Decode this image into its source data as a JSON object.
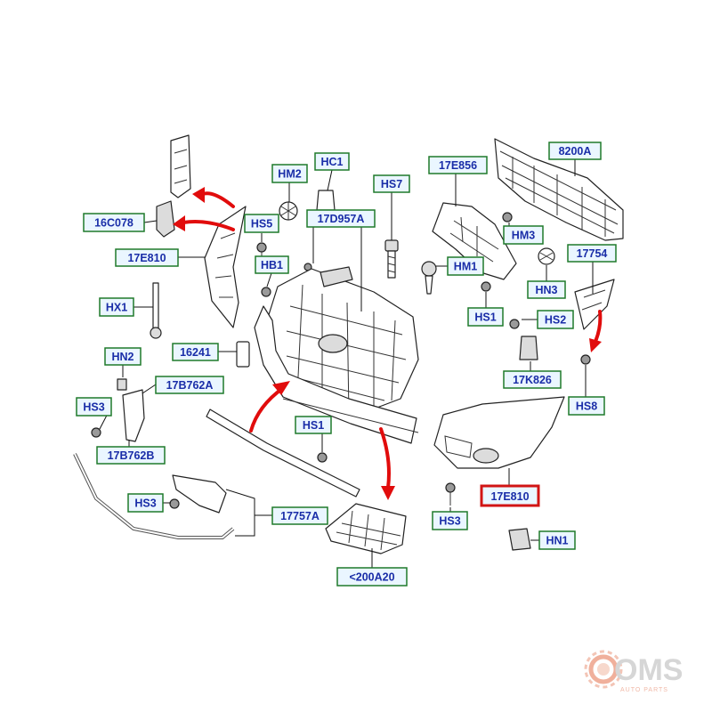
{
  "diagram": {
    "labels": {
      "hm2": "HM2",
      "hc1": "HC1",
      "hs7": "HS7",
      "e856": "17E856",
      "grille_upper": "8200A",
      "c078": "16C078",
      "hs5": "HS5",
      "d957": "17D957A",
      "hm3": "HM3",
      "e810_left": "17E810",
      "hb1": "HB1",
      "hm1": "HM1",
      "x17754": "17754",
      "hn3": "HN3",
      "hx1": "HX1",
      "hs1_top": "HS1",
      "hs2": "HS2",
      "x16241": "16241",
      "hn2": "HN2",
      "k826": "17K826",
      "b762a": "17B762A",
      "hs8": "HS8",
      "hs3_left": "HS3",
      "hs1_mid": "HS1",
      "b762b": "17B762B",
      "e810_right": "17E810",
      "hs3_mid": "HS3",
      "x17757": "17757A",
      "hs3_right": "HS3",
      "hn1": "HN1",
      "x200a": "<200A20"
    },
    "highlighted_label": "e810_right"
  },
  "watermark": {
    "brand": "OMS",
    "tagline": "AUTO PARTS"
  },
  "colors": {
    "label_border": "#1f7a2a",
    "label_text": "#1a2ea8",
    "label_fill": "#eaf6ff",
    "highlight_border": "#d11414",
    "arrow": "#e10c0c"
  }
}
